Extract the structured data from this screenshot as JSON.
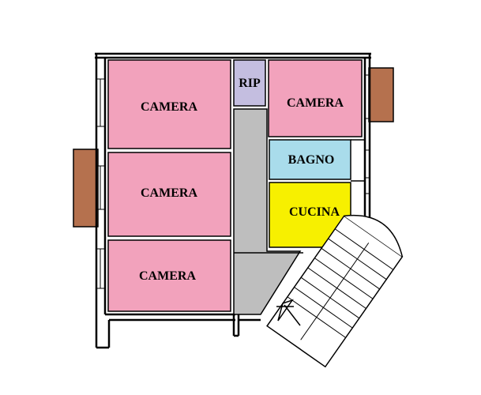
{
  "rooms": {
    "camera_top_left": {
      "label": "CAMERA",
      "color": "#F2A2BC"
    },
    "camera_mid_left": {
      "label": "CAMERA",
      "color": "#F2A2BC"
    },
    "camera_bottom_left": {
      "label": "CAMERA",
      "color": "#F2A2BC"
    },
    "rip": {
      "label": "RIP",
      "color": "#C4BEE0"
    },
    "camera_top_right": {
      "label": "CAMERA",
      "color": "#F2A2BC"
    },
    "bagno": {
      "label": "BAGNO",
      "color": "#A9DCEB"
    },
    "cucina": {
      "label": "CUCINA",
      "color": "#F7F000"
    }
  },
  "corridor_color": "#BEBEBE",
  "balcony_color": "#B5714E",
  "wall_color": "#000000"
}
